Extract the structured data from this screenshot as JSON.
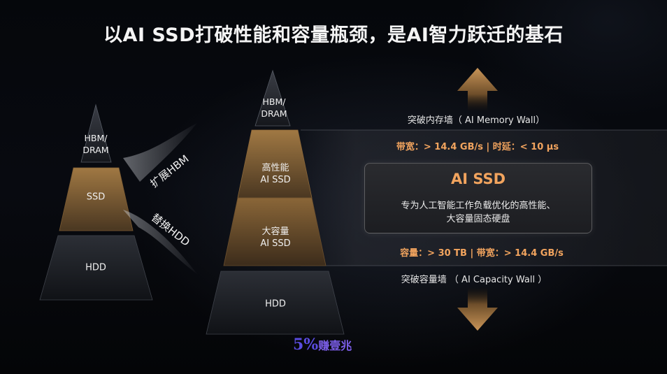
{
  "title": "以AI SSD打破性能和容量瓶颈，是AI智力跃迁的基石",
  "left_pyramid": {
    "tiers": [
      {
        "label_lines": [
          "HBM/",
          "DRAM"
        ]
      },
      {
        "label_lines": [
          "SSD"
        ]
      },
      {
        "label_lines": [
          "HDD"
        ]
      }
    ]
  },
  "transitions": {
    "expand": "扩展HBM",
    "replace": "替换HDD"
  },
  "right_pyramid": {
    "tiers": [
      {
        "label_lines": [
          "HBM/",
          "DRAM"
        ]
      },
      {
        "label_lines": [
          "高性能",
          "AI SSD"
        ]
      },
      {
        "label_lines": [
          "大容量",
          "AI SSD"
        ]
      },
      {
        "label_lines": [
          "HDD"
        ]
      }
    ]
  },
  "memory_wall": {
    "label": "突破内存墙（ AI Memory Wall）",
    "metric": "带宽：> 14.4 GB/s | 时延：< 10 µs"
  },
  "ai_ssd_card": {
    "title": "AI SSD",
    "desc_line1": "专为人工智能工作负载优化的高性能、",
    "desc_line2": "大容量固态硬盘"
  },
  "capacity_wall": {
    "metric": "容量：> 30 TB | 带宽：> 14.4 GB/s",
    "label": "突破容量墙 （ AI Capacity Wall ）"
  },
  "watermark": {
    "pct": "5%",
    "text": "赚壹兆"
  },
  "colors": {
    "accent_orange": "#f2a45e",
    "tier_gold": "#8a6638",
    "tier_dark": "#2e3138",
    "watermark_purple": "#5a4ce0"
  }
}
